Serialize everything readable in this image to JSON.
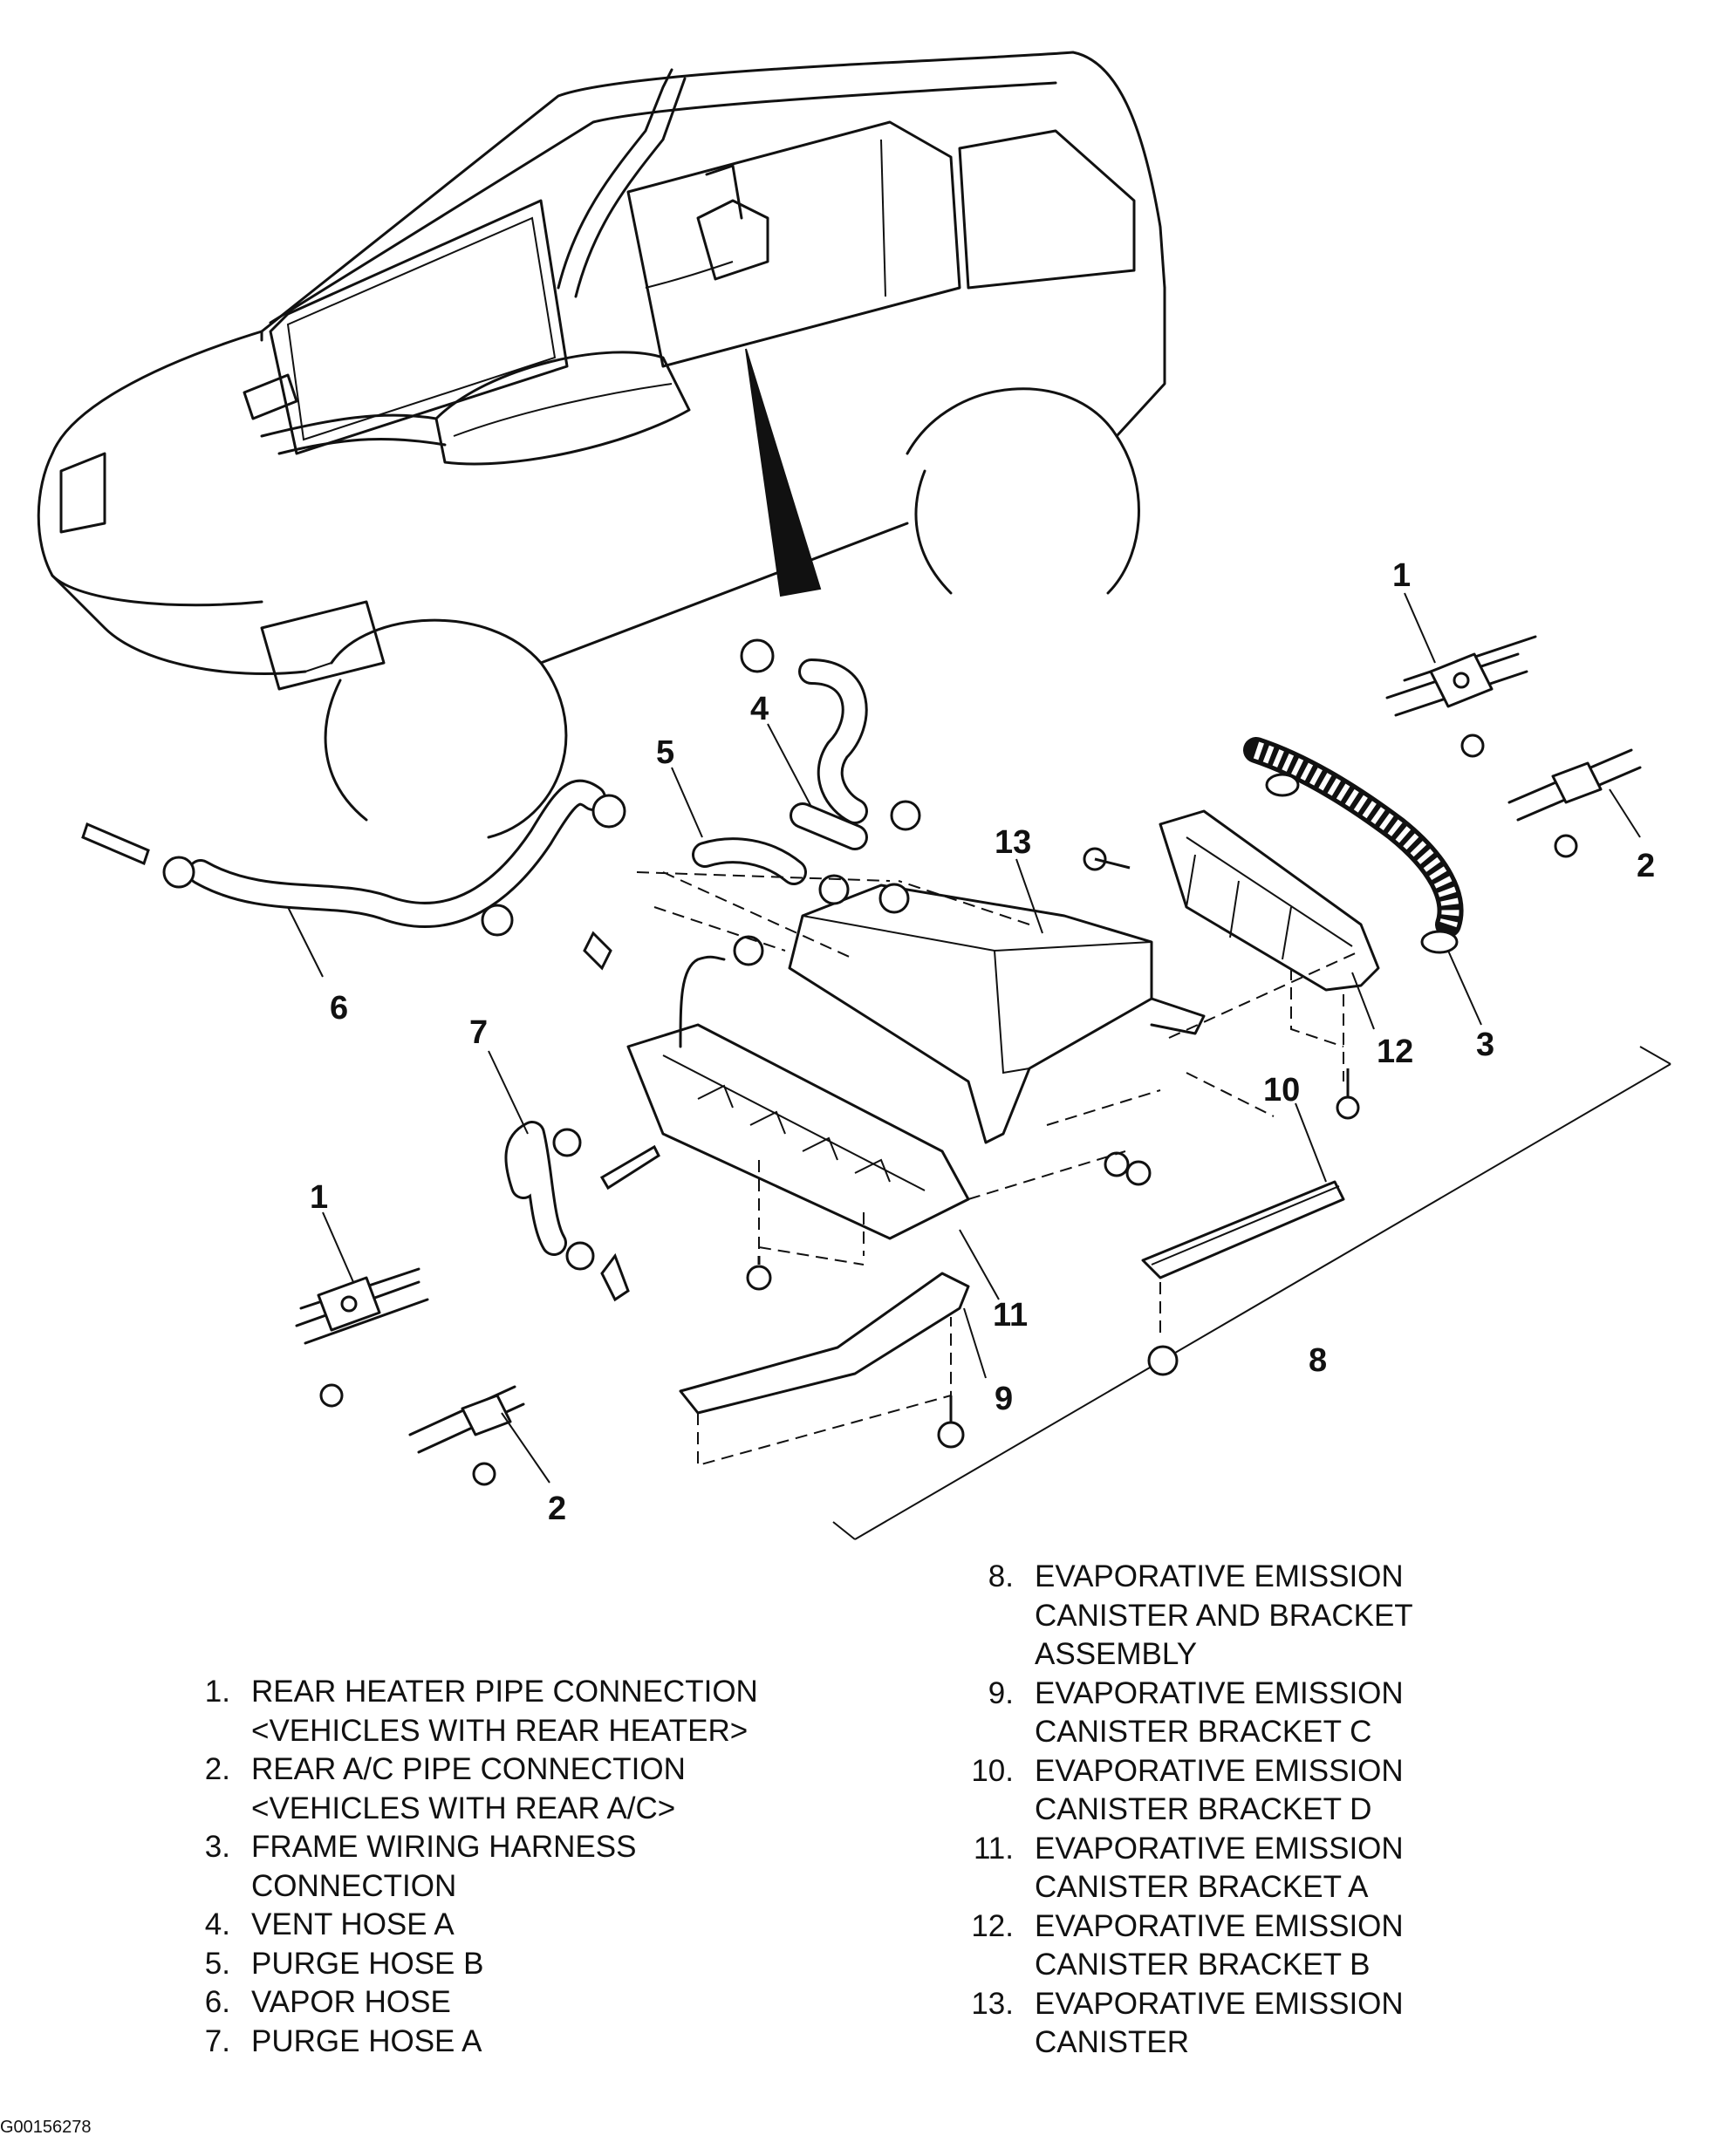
{
  "callouts": {
    "c1a": "1",
    "c1b": "1",
    "c2a": "2",
    "c2b": "2",
    "c3": "3",
    "c4": "4",
    "c5": "5",
    "c6": "6",
    "c7": "7",
    "c8": "8",
    "c9": "9",
    "c10": "10",
    "c11": "11",
    "c12": "12",
    "c13": "13"
  },
  "legend": [
    {
      "num": "1.",
      "lines": [
        "REAR HEATER PIPE CONNECTION",
        "<VEHICLES WITH REAR HEATER>"
      ]
    },
    {
      "num": "2.",
      "lines": [
        "REAR A/C PIPE CONNECTION",
        "<VEHICLES WITH REAR A/C>"
      ]
    },
    {
      "num": "3.",
      "lines": [
        "FRAME WIRING HARNESS",
        "CONNECTION"
      ]
    },
    {
      "num": "4.",
      "lines": [
        "VENT HOSE A"
      ]
    },
    {
      "num": "5.",
      "lines": [
        "PURGE HOSE B"
      ]
    },
    {
      "num": "6.",
      "lines": [
        "VAPOR HOSE"
      ]
    },
    {
      "num": "7.",
      "lines": [
        "PURGE HOSE A"
      ]
    },
    {
      "num": "8.",
      "lines": [
        "EVAPORATIVE EMISSION",
        "CANISTER AND BRACKET",
        "ASSEMBLY"
      ]
    },
    {
      "num": "9.",
      "lines": [
        "EVAPORATIVE EMISSION",
        "CANISTER BRACKET C"
      ]
    },
    {
      "num": "10.",
      "lines": [
        "EVAPORATIVE EMISSION",
        "CANISTER BRACKET D"
      ]
    },
    {
      "num": "11.",
      "lines": [
        "EVAPORATIVE EMISSION",
        "CANISTER BRACKET A"
      ]
    },
    {
      "num": "12.",
      "lines": [
        "EVAPORATIVE EMISSION",
        "CANISTER BRACKET B"
      ]
    },
    {
      "num": "13.",
      "lines": [
        "EVAPORATIVE EMISSION",
        "CANISTER"
      ]
    }
  ],
  "figure_id": "G00156278"
}
